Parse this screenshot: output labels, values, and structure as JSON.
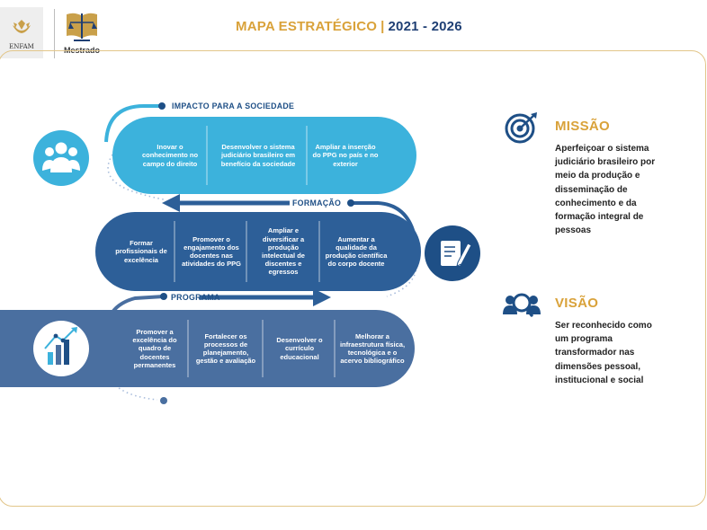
{
  "header": {
    "logo_text": "ENFAM",
    "program_label": "Mestrado",
    "title_part1": "MAPA ESTRATÉGICO",
    "separator": "|",
    "title_part2": "2021 - 2026"
  },
  "colors": {
    "accent_gold": "#d9a23a",
    "impacto_blue": "#3cb2dc",
    "formacao_blue": "#2d5f98",
    "programa_blue": "#4a6fa0",
    "heading_navy": "#1e4f86"
  },
  "diagram": {
    "impacto": {
      "label": "IMPACTO PARA A SOCIEDADE",
      "icon": "people-group-icon",
      "items": [
        "Inovar o conhecimento no campo do direito",
        "Desenvolver o sistema judiciário brasileiro em benefício da sociedade",
        "Ampliar a inserção do PPG no país e no exterior"
      ]
    },
    "formacao": {
      "label": "FORMAÇÃO",
      "icon": "document-pencil-icon",
      "items": [
        "Formar profissionais de excelência",
        "Promover o engajamento dos docentes nas atividades do PPG",
        "Ampliar e diversificar a produção intelectual de discentes e egressos",
        "Aumentar a qualidade da produção científica do corpo docente"
      ]
    },
    "programa": {
      "label": "PROGRAMA",
      "icon": "growth-chart-icon",
      "items": [
        "Promover a excelência do quadro de docentes permanentes",
        "Fortalecer os processos de planejamento, gestão e avaliação",
        "Desenvolver o currículo educacional",
        "Melhorar a infraestrutura física, tecnológica e o acervo bibliográfico"
      ]
    }
  },
  "missao": {
    "title": "MISSÃO",
    "icon": "target-icon",
    "text": "Aperfeiçoar o sistema judiciário brasileiro por meio da produção e disseminação de conhecimento e da formação integral de pessoas"
  },
  "visao": {
    "title": "VISÃO",
    "icon": "people-search-icon",
    "text": "Ser reconhecido como um programa transformador nas dimensões pessoal, institucional e social"
  }
}
